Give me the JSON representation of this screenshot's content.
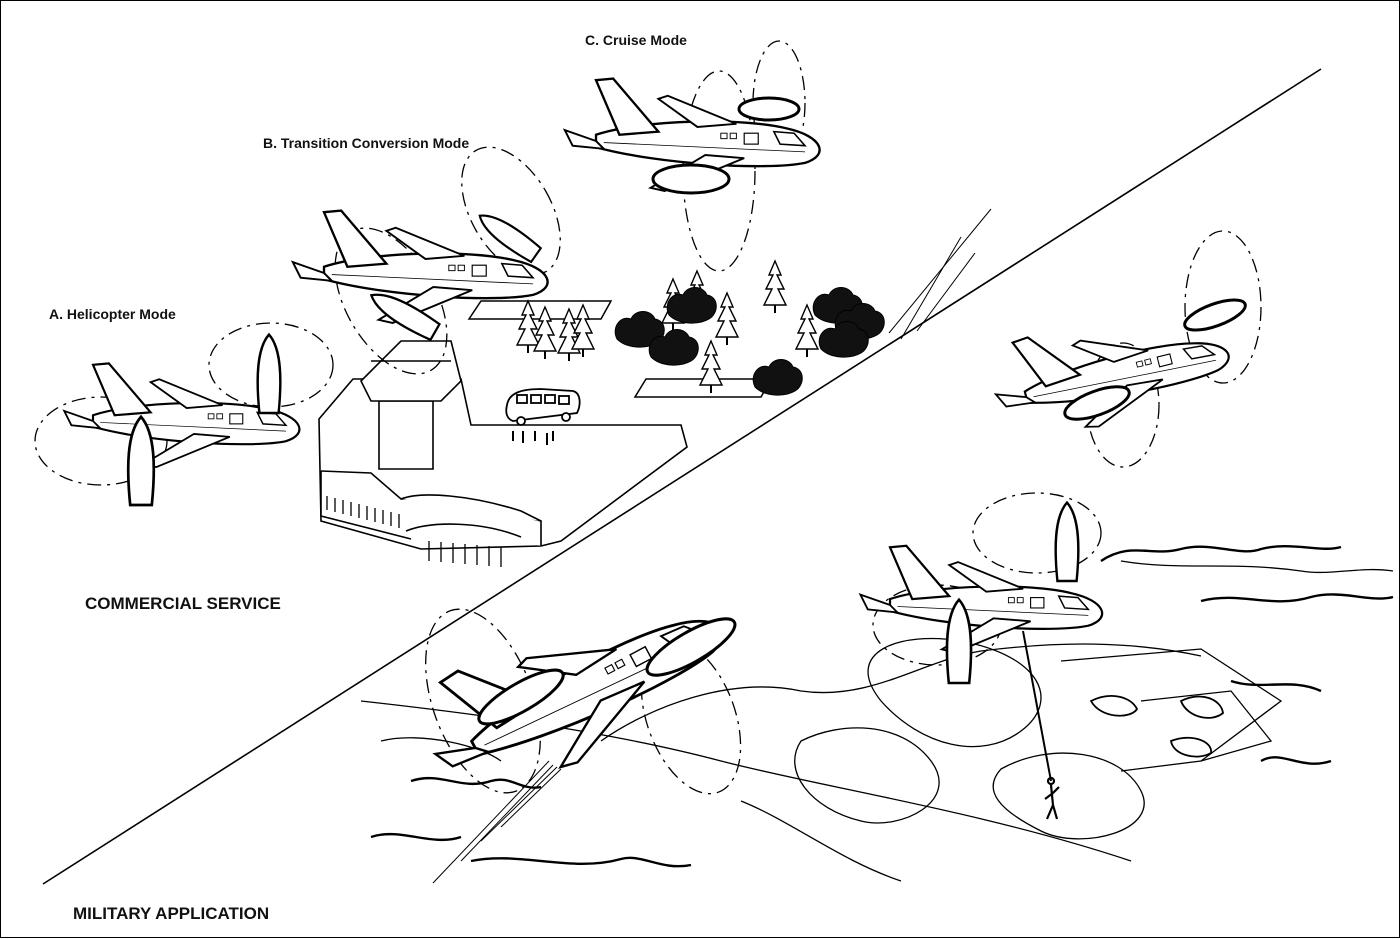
{
  "labels": {
    "mode_a": "A.  Helicopter Mode",
    "mode_b": "B.  Transition Conversion Mode",
    "mode_c": "C.  Cruise Mode",
    "commercial": "COMMERCIAL SERVICE",
    "military": "MILITARY APPLICATION"
  },
  "colors": {
    "ink": "#111111",
    "paper": "#ffffff"
  }
}
